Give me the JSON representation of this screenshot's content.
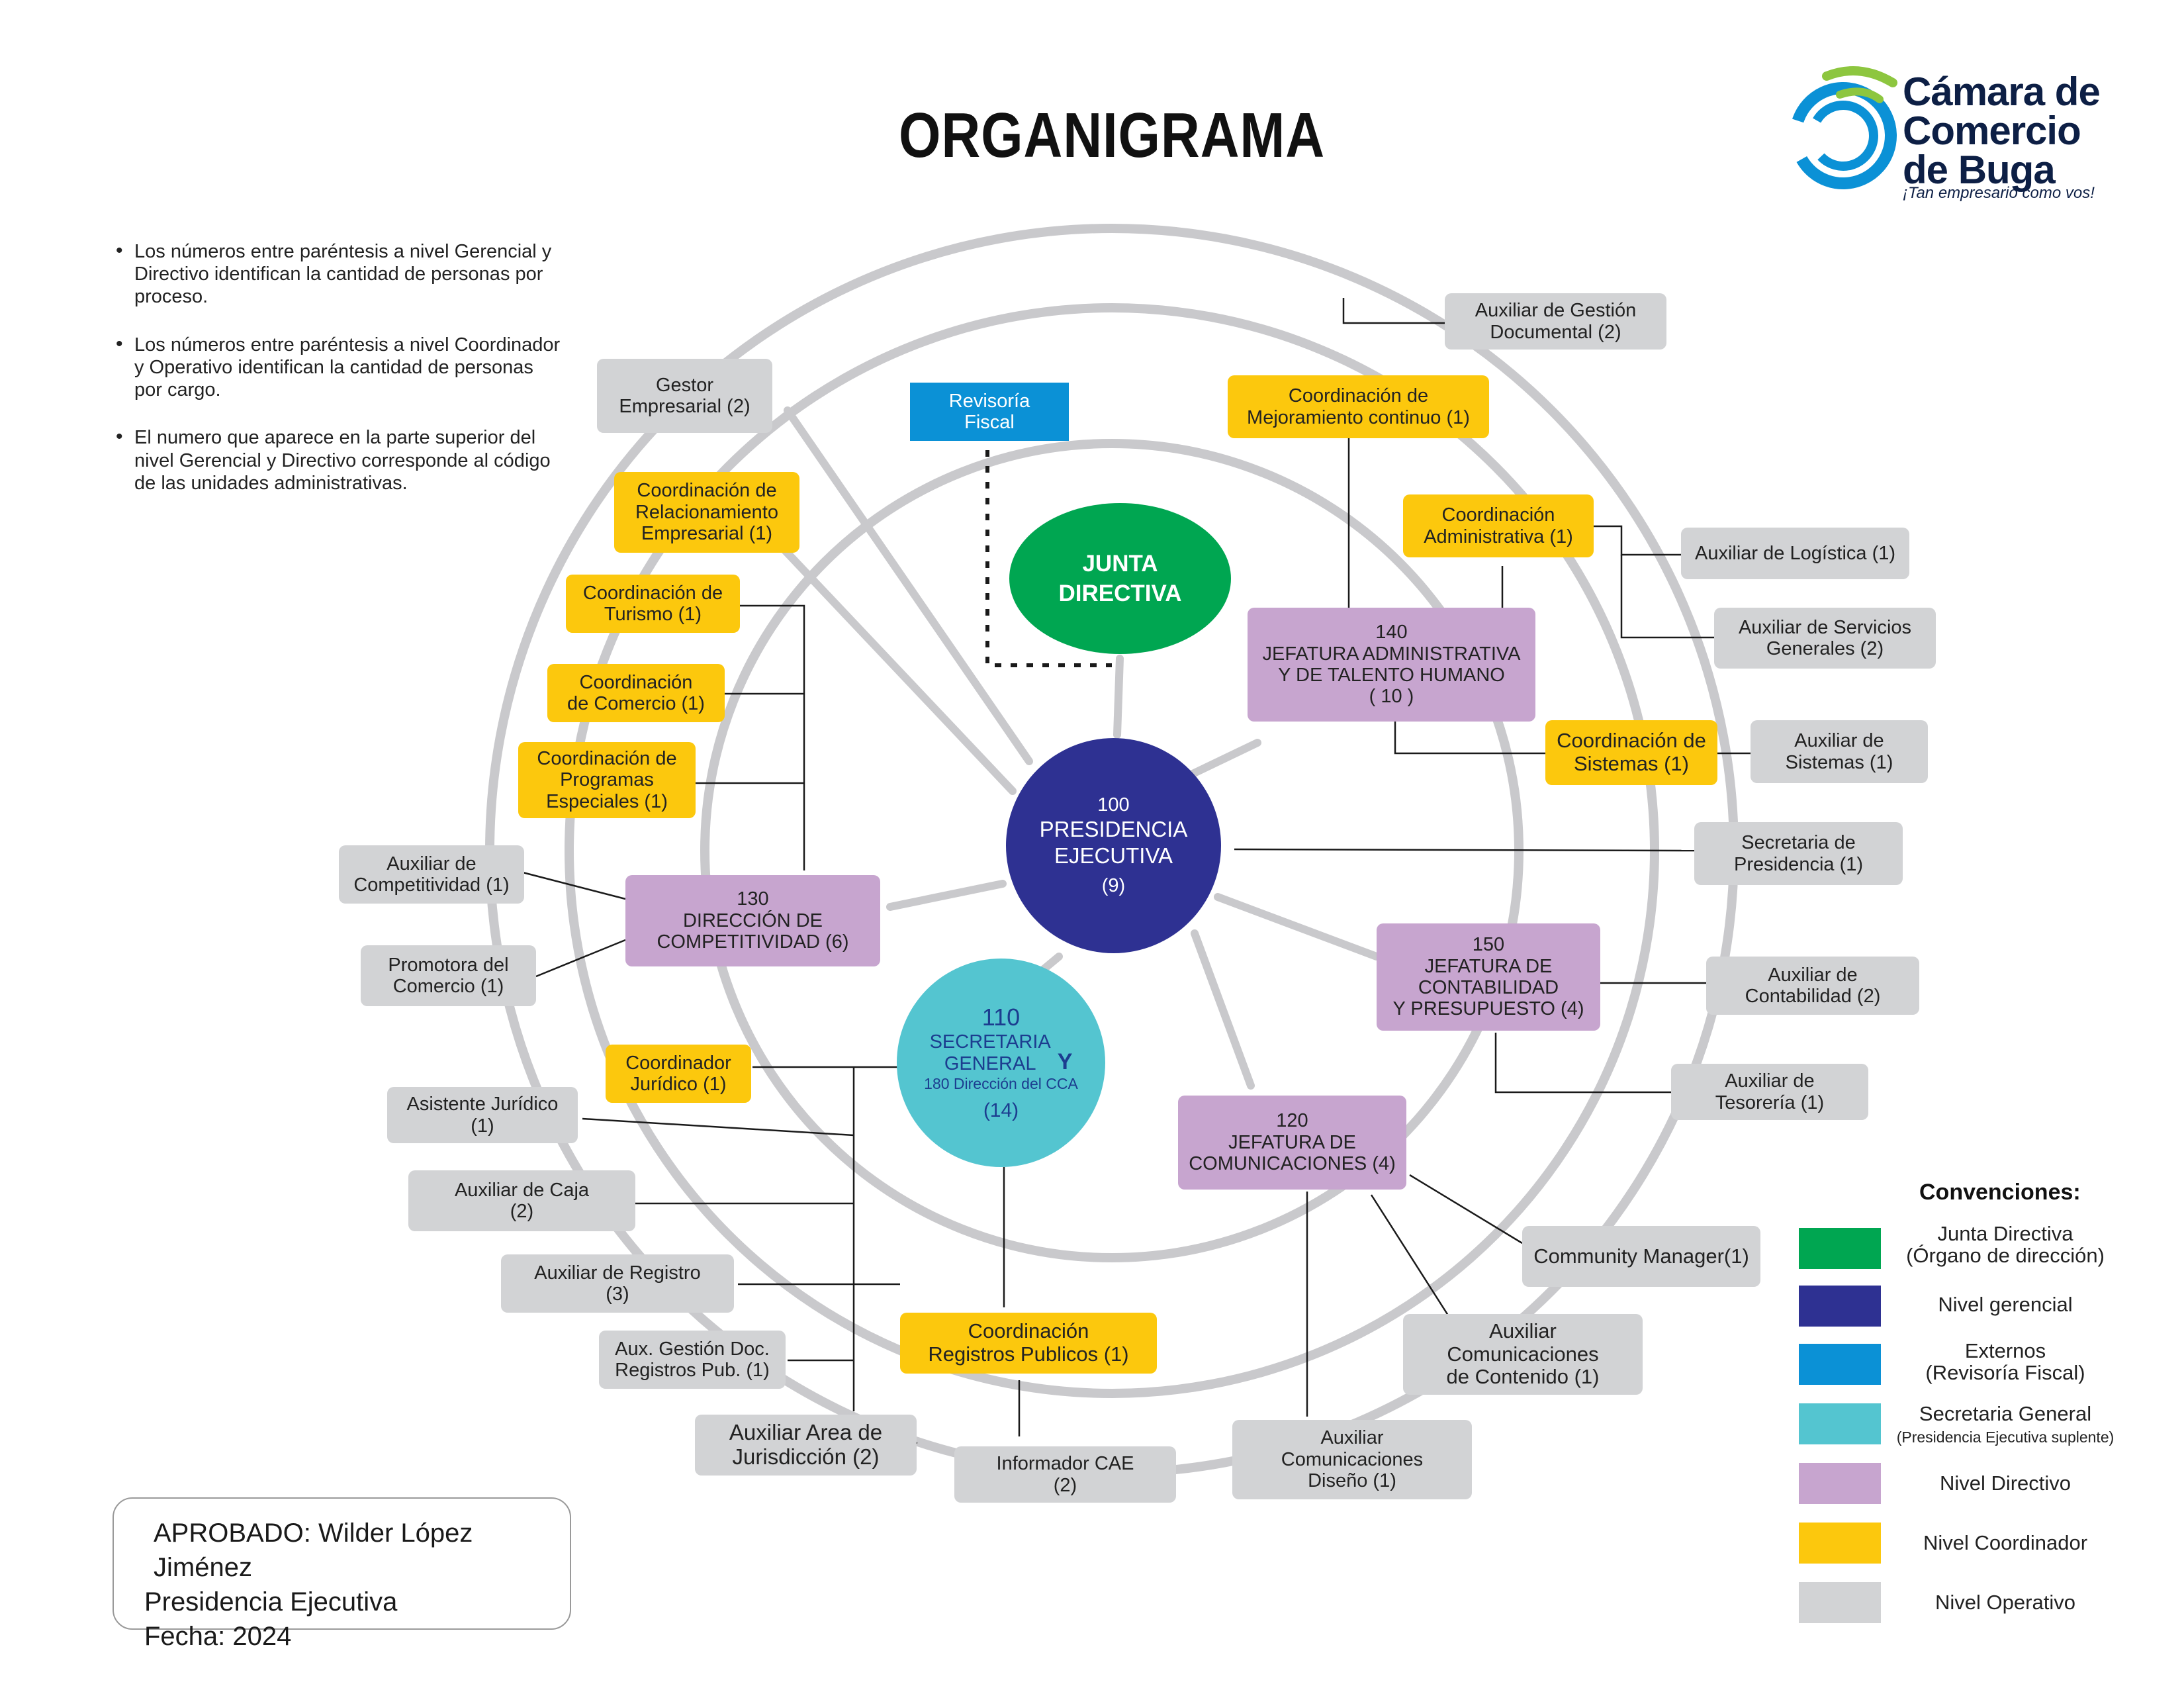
{
  "title": "ORGANIGRAMA",
  "logo": {
    "line1": "Cámara de",
    "line2": "Comercio",
    "line3": "de Buga",
    "tagline": "¡Tan empresario como vos!"
  },
  "notes": [
    "Los números entre paréntesis a nivel Gerencial y Directivo identifican la cantidad de personas por proceso.",
    "Los números entre paréntesis a nivel Coordinador y Operativo identifican la cantidad de personas por cargo.",
    "El numero que aparece en la parte superior del nivel Gerencial y Directivo corresponde al código de las unidades administrativas."
  ],
  "circles": {
    "junta": "JUNTA\nDIRECTIVA",
    "presidencia": {
      "code": "100",
      "name": "PRESIDENCIA\nEJECUTIVA",
      "count": "(9)"
    },
    "secretaria": {
      "code": "110",
      "name": "SECRETARIA\nGENERAL",
      "y": "Y",
      "sub": "180 Dirección del CCA",
      "count": "(14)"
    }
  },
  "boxes": {
    "revisoria": "Revisoría\nFiscal",
    "gestor": "Gestor\nEmpresarial (2)",
    "coord_relac": "Coordinación de\nRelacionamiento\nEmpresarial (1)",
    "coord_turismo": "Coordinación de\nTurismo (1)",
    "coord_comercio": "Coordinación\nde Comercio (1)",
    "coord_programas": "Coordinación de\nProgramas\nEspeciales (1)",
    "aux_competitividad": "Auxiliar de\nCompetitividad (1)",
    "promotora": "Promotora del\nComercio (1)",
    "dir_competitividad": "130\nDIRECCIÓN DE\nCOMPETITIVIDAD (6)",
    "coord_juridico": "Coordinador\nJurídico (1)",
    "asistente_juridico": "Asistente Jurídico\n(1)",
    "aux_caja": "Auxiliar de Caja\n(2)",
    "aux_registro": "Auxiliar de Registro\n(3)",
    "aux_gestion_doc": "Aux. Gestión Doc.\nRegistros Pub. (1)",
    "aux_jurisdiccion": "Auxiliar Area de\nJurisdicción (2)",
    "coord_registros": "Coordinación\nRegistros Publicos (1)",
    "informador": "Informador CAE\n(2)",
    "aux_gestion_documental": "Auxiliar de Gestión\nDocumental (2)",
    "coord_mejoramiento": "Coordinación de\nMejoramiento continuo (1)",
    "coord_administrativa": "Coordinación\nAdministrativa (1)",
    "aux_logistica": "Auxiliar de Logística (1)",
    "aux_servicios": "Auxiliar de Servicios\nGenerales (2)",
    "jef_administrativa": "140\nJEFATURA ADMINISTRATIVA\nY DE TALENTO HUMANO\n( 10 )",
    "coord_sistemas": "Coordinación de\nSistemas (1)",
    "aux_sistemas": "Auxiliar de\nSistemas (1)",
    "secretaria_presidencia": "Secretaria de\nPresidencia (1)",
    "jef_contabilidad": "150\nJEFATURA DE\nCONTABILIDAD\nY PRESUPUESTO (4)",
    "aux_contabilidad": "Auxiliar de\nContabilidad (2)",
    "aux_tesoreria": "Auxiliar de\nTesorería (1)",
    "jef_comunicaciones": "120\nJEFATURA DE\nCOMUNICACIONES (4)",
    "community": "Community Manager(1)",
    "aux_contenido": "Auxiliar\nComunicaciones\nde Contenido (1)",
    "aux_diseno": "Auxiliar\nComunicaciones\nDiseño (1)"
  },
  "approved": {
    "line1": "APROBADO: Wilder López Jiménez",
    "line2": "Presidencia Ejecutiva",
    "line3": "Fecha:  2024"
  },
  "legend": {
    "title": "Convenciones:",
    "items": [
      {
        "label": "Junta Directiva\n(Órgano de dirección)",
        "color": "#00a651"
      },
      {
        "label": "Nivel gerencial",
        "color": "#2e3192"
      },
      {
        "label": "Externos\n(Revisoría Fiscal)",
        "color": "#0b91d6"
      },
      {
        "label": "Secretaria General",
        "sub": "(Presidencia Ejecutiva suplente)",
        "color": "#54c5d0"
      },
      {
        "label": "Nivel Directivo",
        "color": "#c7a5cf"
      },
      {
        "label": "Nivel Coordinador",
        "color": "#fcc80d"
      },
      {
        "label": "Nivel Operativo",
        "color": "#d2d3d5"
      }
    ]
  },
  "colors": {
    "ring": "#c9c9cc",
    "junta": "#00a651",
    "presidencia": "#2e3192",
    "secretaria": "#54c5d0"
  }
}
